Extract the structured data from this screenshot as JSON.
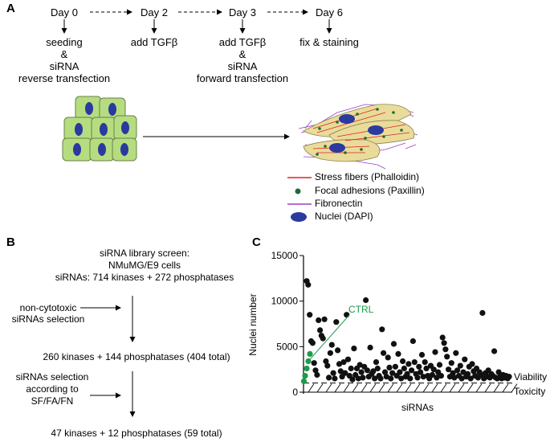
{
  "panel_a": {
    "letter": "A",
    "timeline": [
      {
        "day": "Day 0",
        "lines": [
          "seeding",
          "&",
          "siRNA",
          "reverse transfection"
        ]
      },
      {
        "day": "Day 2",
        "lines": [
          "add TGFβ"
        ]
      },
      {
        "day": "Day 3",
        "lines": [
          "add TGFβ",
          "&",
          "siRNA",
          "forward transfection"
        ]
      },
      {
        "day": "Day 6",
        "lines": [
          "fix & staining"
        ]
      }
    ],
    "legend": [
      {
        "label": "Stress fibers (Phalloidin)",
        "icon": "red-line",
        "color": "#e02020"
      },
      {
        "label": "Focal adhesions (Paxillin)",
        "icon": "green-dot",
        "color": "#1f6b34"
      },
      {
        "label": "Fibronectin",
        "icon": "purple-line",
        "color": "#9b3fc0"
      },
      {
        "label": "Nuclei (DAPI)",
        "icon": "blue-ellipse",
        "color": "#2a3a9e"
      }
    ],
    "colors": {
      "cell_fill": "#b5dd80",
      "cell_stroke": "#6a7f4a",
      "nucleus": "#2a3a9e",
      "spread_cell": "#e9dc9a"
    }
  },
  "panel_b": {
    "letter": "B",
    "header_lines": [
      "siRNA library screen:",
      "NMuMG/E9 cells",
      "siRNAs: 714 kinases + 272 phosphatases"
    ],
    "step1_lines": [
      "non-cytotoxic",
      "siRNAs selection"
    ],
    "result1": "260 kinases + 144 phosphatases (404 total)",
    "step2_lines": [
      "siRNAs selection",
      "according to",
      "SF/FA/FN"
    ],
    "result2": "47 kinases + 12 phosphatases (59 total)"
  },
  "panel_c": {
    "letter": "C",
    "ctrl_label": "CTRL",
    "viability_label": "Viability",
    "toxicity_label": "Toxicity",
    "colors": {
      "points": "#111111",
      "ctrl": "#1e9a4a"
    }
  },
  "chart_data": {
    "type": "scatter",
    "xlabel": "siRNAs",
    "ylabel": "Nuclei number",
    "ylim": [
      0,
      15000
    ],
    "yticks": [
      "0",
      "5000",
      "10000",
      "15000"
    ],
    "threshold": 1000,
    "ctrl_points": [
      [
        0.5,
        1200
      ],
      [
        2,
        1800
      ],
      [
        4,
        2600
      ],
      [
        6,
        3400
      ],
      [
        8,
        4200
      ]
    ],
    "series": [
      {
        "values": [
          12200,
          11800,
          8500,
          5600,
          5400,
          3200,
          2400,
          1900,
          7900,
          6800,
          6200,
          5900,
          8000,
          3400,
          2900,
          1600,
          4300,
          5200,
          2100,
          1500,
          7700,
          4600,
          3100,
          2300,
          1700,
          3300,
          2100,
          8500,
          3600,
          1800,
          2600,
          1400,
          4800,
          1900,
          2600,
          1500,
          3000,
          2200,
          1600,
          2800,
          10100,
          2400,
          1700,
          4900,
          2000,
          2300,
          1500,
          3300,
          2600,
          1800,
          1500,
          6900,
          4300,
          2200,
          1700,
          3800,
          2700,
          1500,
          2100,
          5300,
          2800,
          1800,
          4200,
          2200,
          1500,
          3400,
          2600,
          1700,
          2000,
          3100,
          1500,
          2400,
          5600,
          3300,
          2000,
          1600,
          2800,
          2200,
          4100,
          1700,
          3300,
          2600,
          1800,
          1500,
          2900,
          1900,
          2500,
          4400,
          1600,
          2200,
          3000,
          1800,
          6000,
          5400,
          4700,
          3900,
          2500,
          1700,
          3200,
          2100,
          1600,
          4300,
          2400,
          1800,
          2900,
          1500,
          2200,
          3600,
          1700,
          2000,
          2800,
          1500,
          3100,
          2300,
          1800,
          2600,
          1600,
          2200,
          1900,
          8700,
          1500,
          2100,
          1700,
          2400,
          1600,
          2000,
          1800,
          4500,
          1600,
          1500,
          2200,
          1700,
          1500,
          1900,
          1600,
          1800,
          1500,
          1700
        ]
      }
    ]
  }
}
